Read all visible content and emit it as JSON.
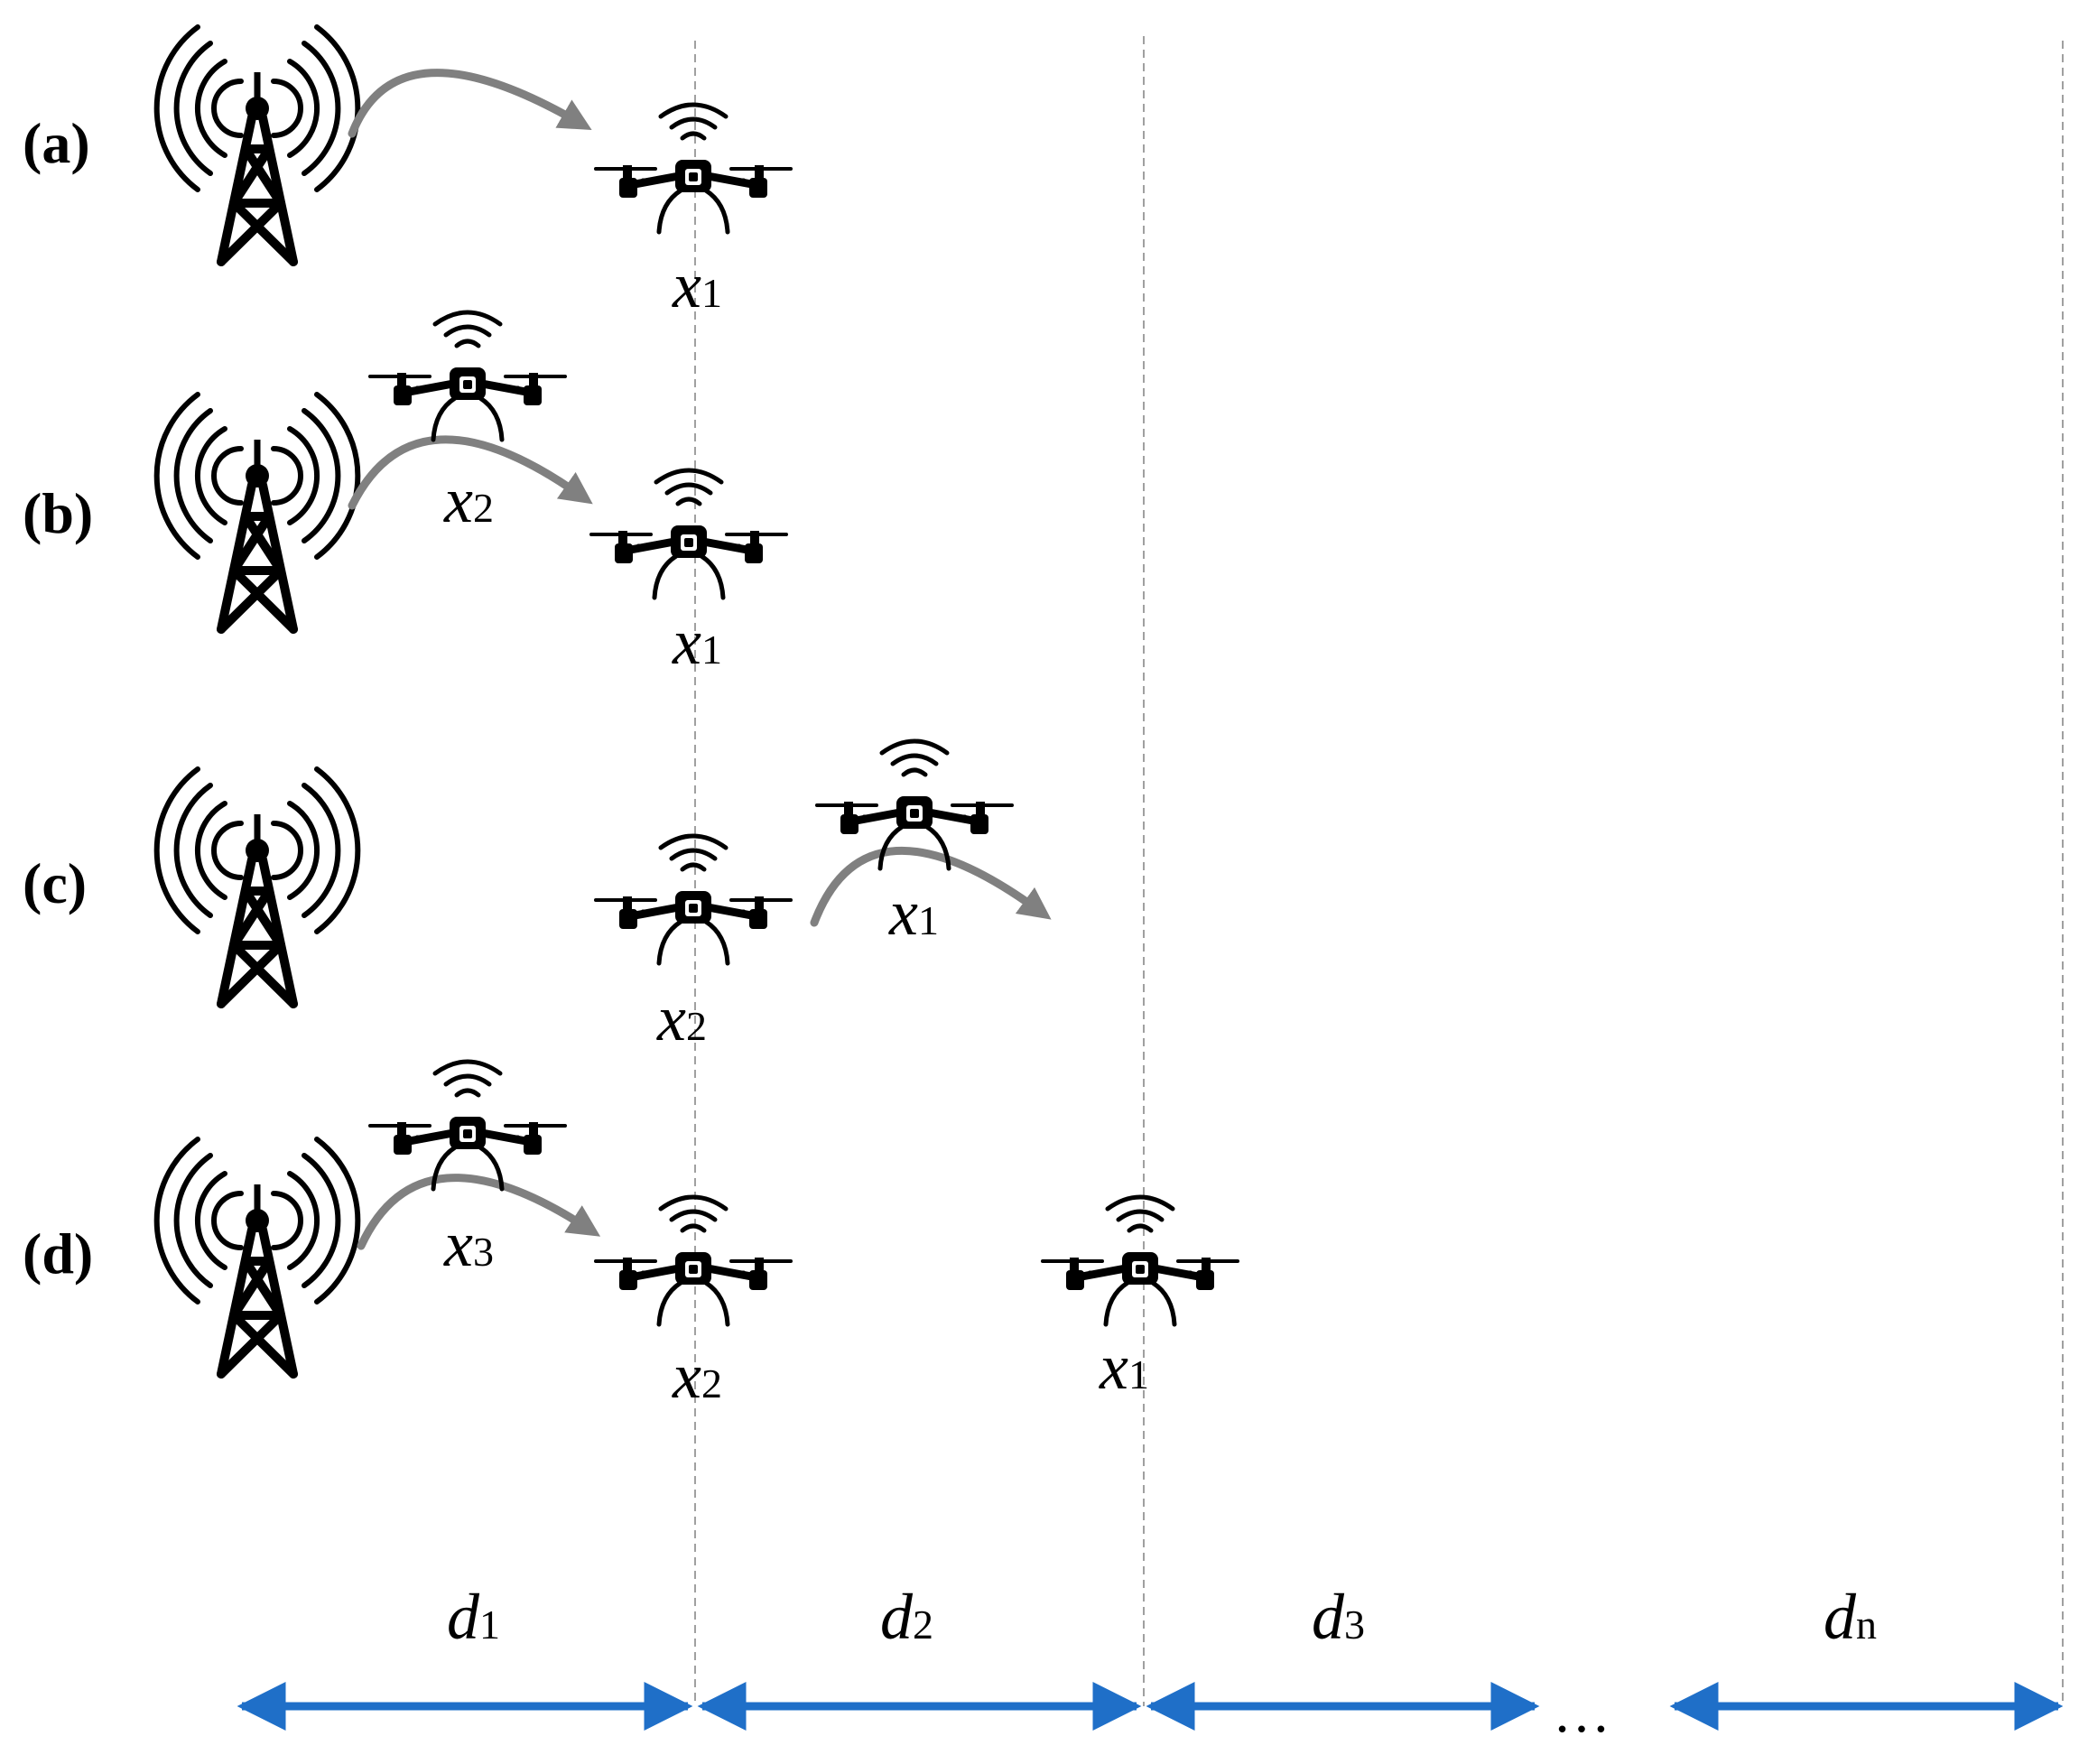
{
  "panels": [
    {
      "label": "(a)"
    },
    {
      "label": "(b)"
    },
    {
      "label": "(c)"
    },
    {
      "label": "(d)"
    }
  ],
  "uav_labels": {
    "a_x1": {
      "var": "x",
      "sub": "1"
    },
    "b_x2": {
      "var": "x",
      "sub": "2"
    },
    "b_x1": {
      "var": "x",
      "sub": "1"
    },
    "c_x1": {
      "var": "x",
      "sub": "1"
    },
    "c_x2": {
      "var": "x",
      "sub": "2"
    },
    "d_x3": {
      "var": "x",
      "sub": "3"
    },
    "d_x2": {
      "var": "x",
      "sub": "2"
    },
    "d_x1": {
      "var": "x",
      "sub": "1"
    }
  },
  "distances": [
    {
      "var": "d",
      "sub": "1"
    },
    {
      "var": "d",
      "sub": "2"
    },
    {
      "var": "d",
      "sub": "3"
    },
    {
      "var": "d",
      "sub": "n"
    }
  ],
  "ellipsis": "…",
  "colors": {
    "arrow_gray": "#808080",
    "distance_blue": "#1f6fc8",
    "divider": "#a0a0a0",
    "icon": "#000000"
  },
  "icons": {
    "tower": "radio-tower-icon",
    "uav": "drone-icon"
  }
}
